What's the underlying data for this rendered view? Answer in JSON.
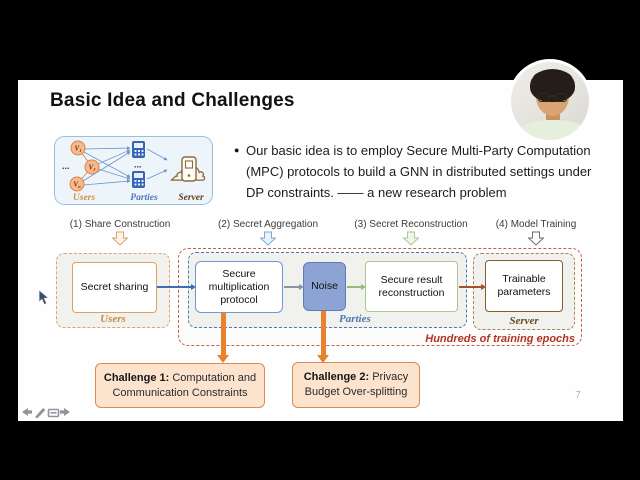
{
  "window": {
    "page_number": "7"
  },
  "slide": {
    "title": "Basic Idea and Challenges",
    "bullet": {
      "marker": "●",
      "lines": [
        "Our basic idea is to employ Secure Multi-Party Computation",
        "(MPC) protocols to build a GNN in distributed settings under",
        "DP constraints. —— a new research problem"
      ]
    },
    "mini_diagram": {
      "nodes": [
        {
          "base": "V",
          "sub": "1"
        },
        {
          "base": "V",
          "sub": "2"
        },
        {
          "base": "V",
          "sub": "n"
        }
      ],
      "ellipsis": "...",
      "party_ellipsis": "...",
      "users_label": "Users",
      "parties_label": "Parties",
      "server_label": "Server"
    },
    "steps": [
      {
        "label": "(1) Share Construction"
      },
      {
        "label": "(2) Secret Aggregation"
      },
      {
        "label": "(3) Secret Reconstruction"
      },
      {
        "label": "(4) Model Training"
      }
    ],
    "flow": {
      "secret_sharing": "Secret sharing",
      "secure_multiplication": "Secure multiplication protocol",
      "noise": "Noise",
      "secure_result": "Secure result reconstruction",
      "trainable_parameters": "Trainable parameters",
      "users_label": "Users",
      "parties_label": "Parties",
      "server_label": "Server",
      "epochs_label": "Hundreds of training epochs"
    },
    "challenges": [
      {
        "title": "Challenge 1:",
        "text": "Computation and Communication Constraints"
      },
      {
        "title": "Challenge 2:",
        "text": "Privacy Budget Over-splitting"
      }
    ]
  },
  "colors": {
    "accent_orange": "#e8822e",
    "epoch_red": "#b23324",
    "party_blue": "#4a78b8",
    "users_orange": "#cf8b3a",
    "server_brown": "#6b4a1e",
    "noise_fill": "#8ca3d4",
    "challenge_fill": "#fbe3cd"
  }
}
